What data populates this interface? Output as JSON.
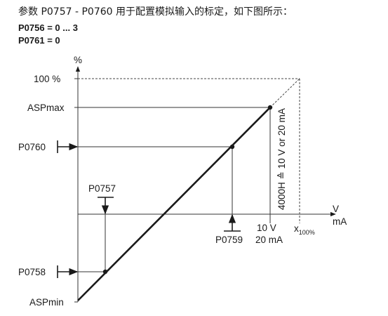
{
  "intro_text": "参数 P0757 - P0760 用于配置模拟输入的标定，如下图所示：",
  "params": {
    "line1": "P0756 = 0 ... 3",
    "line2": "P0761 = 0"
  },
  "diagram": {
    "y_axis_label": "%",
    "y_100": "100 %",
    "asp_max": "ASPmax",
    "p0760": "P0760",
    "p0757": "P0757",
    "p0758": "P0758",
    "asp_min": "ASPmin",
    "x_axis_v": "V",
    "x_axis_ma": "mA",
    "x_10v": "10 V",
    "x_20ma": "20 mA",
    "x_100": "x",
    "x_100_sub": "100%",
    "p0759": "P0759",
    "vertical_label": "4000H ≙ 10 V or 20 mA"
  }
}
